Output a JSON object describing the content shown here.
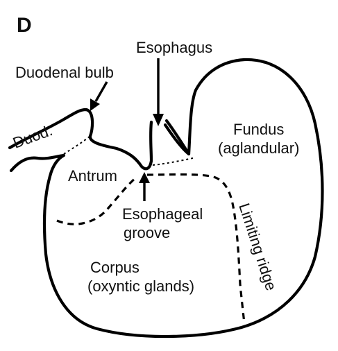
{
  "figure": {
    "panel_letter": "D",
    "labels": {
      "esophagus": "Esophagus",
      "duodenal_bulb": "Duodenal bulb",
      "duod": "Duod.",
      "fundus": "Fundus",
      "fundus_sub": "(aglandular)",
      "antrum": "Antrum",
      "esophageal_1": "Esophageal",
      "esophageal_2": "groove",
      "limiting_ridge": "Limiting ridge",
      "corpus": "Corpus",
      "corpus_sub": "(oxyntic glands)"
    }
  }
}
